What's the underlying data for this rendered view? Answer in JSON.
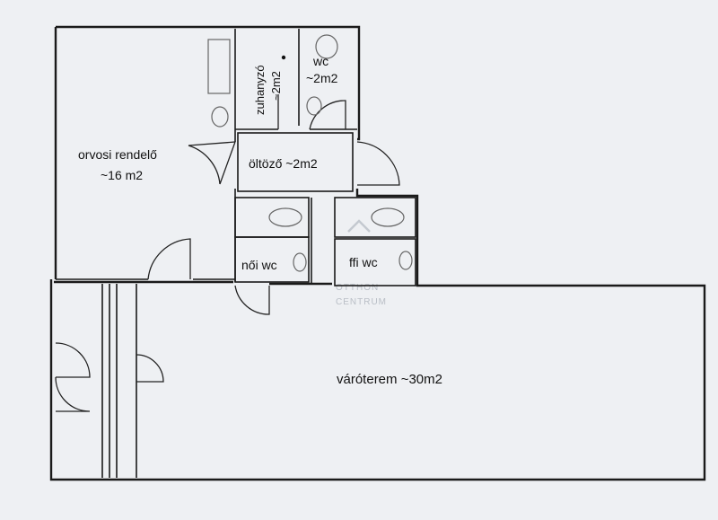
{
  "rooms": {
    "orvosi_name": "orvosi rendelő",
    "orvosi_area": "~16 m2",
    "zuhanyzo_name": "zuhanyzó",
    "zuhanyzo_area": "~2m2",
    "wc_name": "wc",
    "wc_area": "~2m2",
    "oltozo": "öltöző ~2m2",
    "noi_wc": "női wc",
    "ffi_wc": "ffi wc",
    "varoterem": "váróterem ~30m2"
  },
  "watermark": {
    "line1": "OTTHON",
    "line2": "CENTRUM"
  }
}
